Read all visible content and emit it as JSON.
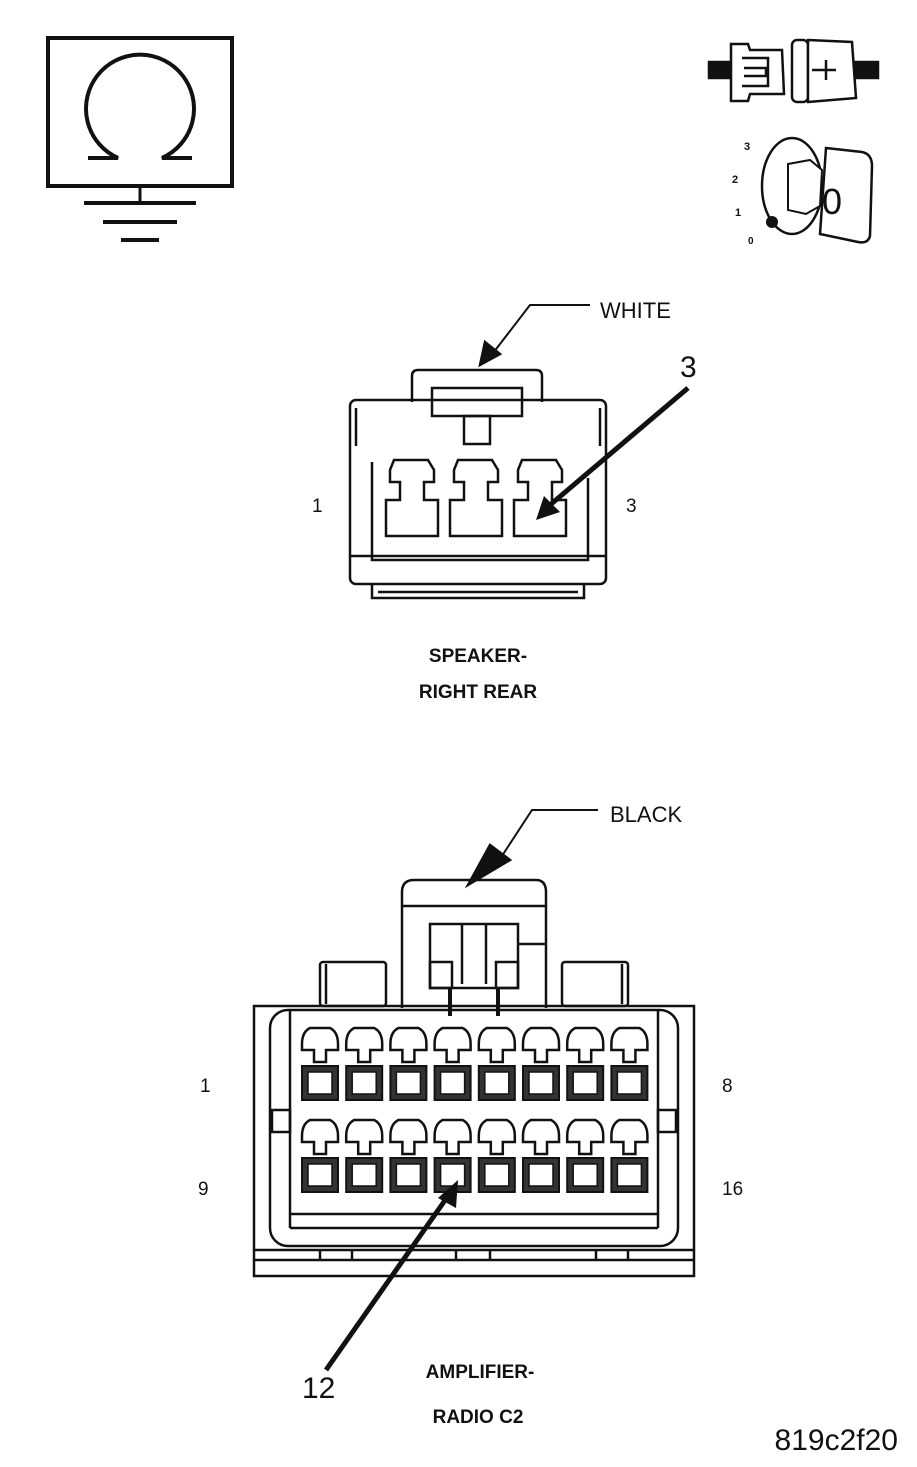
{
  "icons": {
    "ohmmeter": "ohmmeter-ground-icon",
    "connector": "disconnect-connector-icon",
    "ignition": "ignition-key-off-icon"
  },
  "ignition_key": {
    "positions": [
      "3",
      "2",
      "1",
      "0"
    ],
    "key_label": "0"
  },
  "speaker_connector": {
    "color_label": "WHITE",
    "pin_callout": "3",
    "left_pin_label": "1",
    "right_pin_label": "3",
    "pin_count": 3,
    "title_line1": "SPEAKER-",
    "title_line2": "RIGHT REAR"
  },
  "amplifier_connector": {
    "color_label": "BLACK",
    "pin_callout": "12",
    "top_left_label": "1",
    "top_right_label": "8",
    "bottom_left_label": "9",
    "bottom_right_label": "16",
    "pins_per_row": 8,
    "rows": 2,
    "title_line1": "AMPLIFIER-",
    "title_line2": "RADIO C2"
  },
  "figure_id": "819c2f20"
}
